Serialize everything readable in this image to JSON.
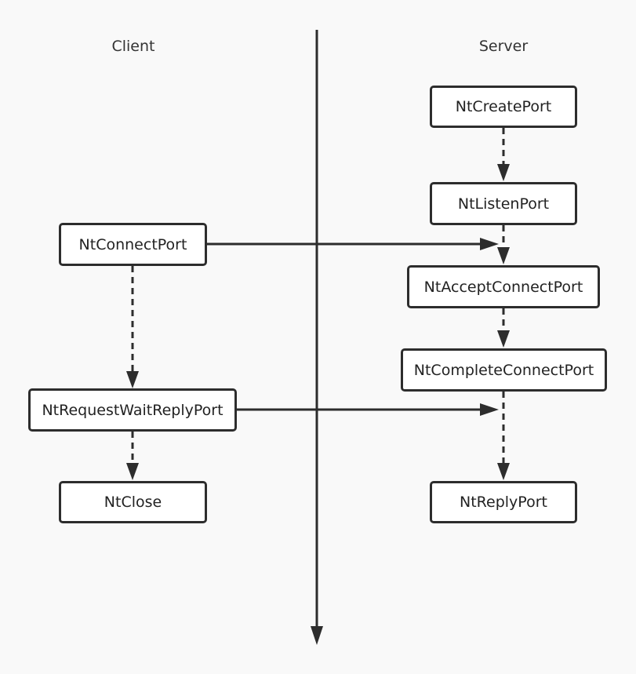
{
  "lanes": {
    "client": "Client",
    "server": "Server"
  },
  "nodes": {
    "create_port": "NtCreatePort",
    "listen_port": "NtListenPort",
    "connect_port": "NtConnectPort",
    "accept_connect_port": "NtAcceptConnectPort",
    "complete_connect_port": "NtCompleteConnectPort",
    "request_wait_reply_port": "NtRequestWaitReplyPort",
    "close": "NtClose",
    "reply_port": "NtReplyPort"
  },
  "colors": {
    "background": "#f9f9f9",
    "stroke": "#2d2d2d",
    "node_fill": "#ffffff",
    "text": "#222222"
  }
}
